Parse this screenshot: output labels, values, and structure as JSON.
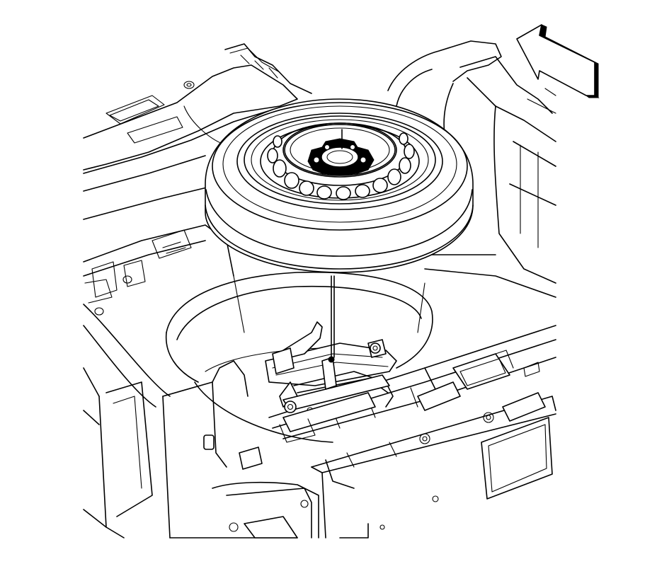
{
  "diagram": {
    "kind": "line-art-illustration",
    "depicts": [
      "spare-tire",
      "spare-wheel",
      "wheel-retainer",
      "jack",
      "trunk-floor-well",
      "body-panels",
      "rear-bumper-panel"
    ],
    "direction_arrow": {
      "shown": true,
      "style": "outlined-black-arrow"
    }
  },
  "colors": {
    "line": "#000000",
    "background": "#ffffff"
  }
}
